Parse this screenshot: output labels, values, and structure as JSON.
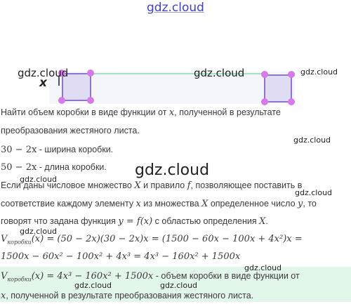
{
  "watermark": "gdz.cloud",
  "lines": {
    "intro_a": "Найти объем коробки в виде функции от ",
    "intro_var": "x",
    "intro_b": ", полученной в результате",
    "intro2": "преобразования жестяного листа.",
    "width_expr": "30 − 2x",
    "width_text": " - ширина коробки.",
    "length_expr": "50 − 2x",
    "length_text": " - длина коробки.",
    "def1_a": "Если даны числовое множество ",
    "def1_X": "X",
    "def1_b": " и правило ",
    "def1_f": "f",
    "def1_c": ", позволяющее поставить в",
    "def2_a": "соответствие каждому элементу ",
    "def2_x": "x",
    "def2_b": " из множества ",
    "def2_X": "X",
    "def2_c": " определенное число ",
    "def2_y": "y",
    "def2_d": ", то",
    "def3_a": "говорят что задана функция ",
    "def3_fn": "y = f(x)",
    "def3_b": " с областью определения ",
    "def3_X": "X",
    "def3_c": ".",
    "eq1_V": "V",
    "eq1_sub": "коробки",
    "eq1_rest": "(x) = (50 − 2x)(30 − 2x)x = (1500 − 60x − 100x + 4x²)x =",
    "eq2": "1500x − 60x² − 100x² + 4x³ = 4x³ − 160x² + 1500x",
    "res_V": "V",
    "res_sub": "коробки",
    "res_expr": "(x) = 4x³ − 160x² + 1500x",
    "res_text": " - объем коробки в виде функции от",
    "res2_var": "x",
    "res2_text": ", полученной в результате преобразования жестяного листа."
  },
  "figure": {
    "side_label": "x"
  },
  "colors": {
    "box_fill": "#dfdcf4",
    "box_border": "#8e76cf",
    "dot": "#d779ea",
    "highlight": "#e3f6ea",
    "watermark_top": "#4141c8"
  }
}
